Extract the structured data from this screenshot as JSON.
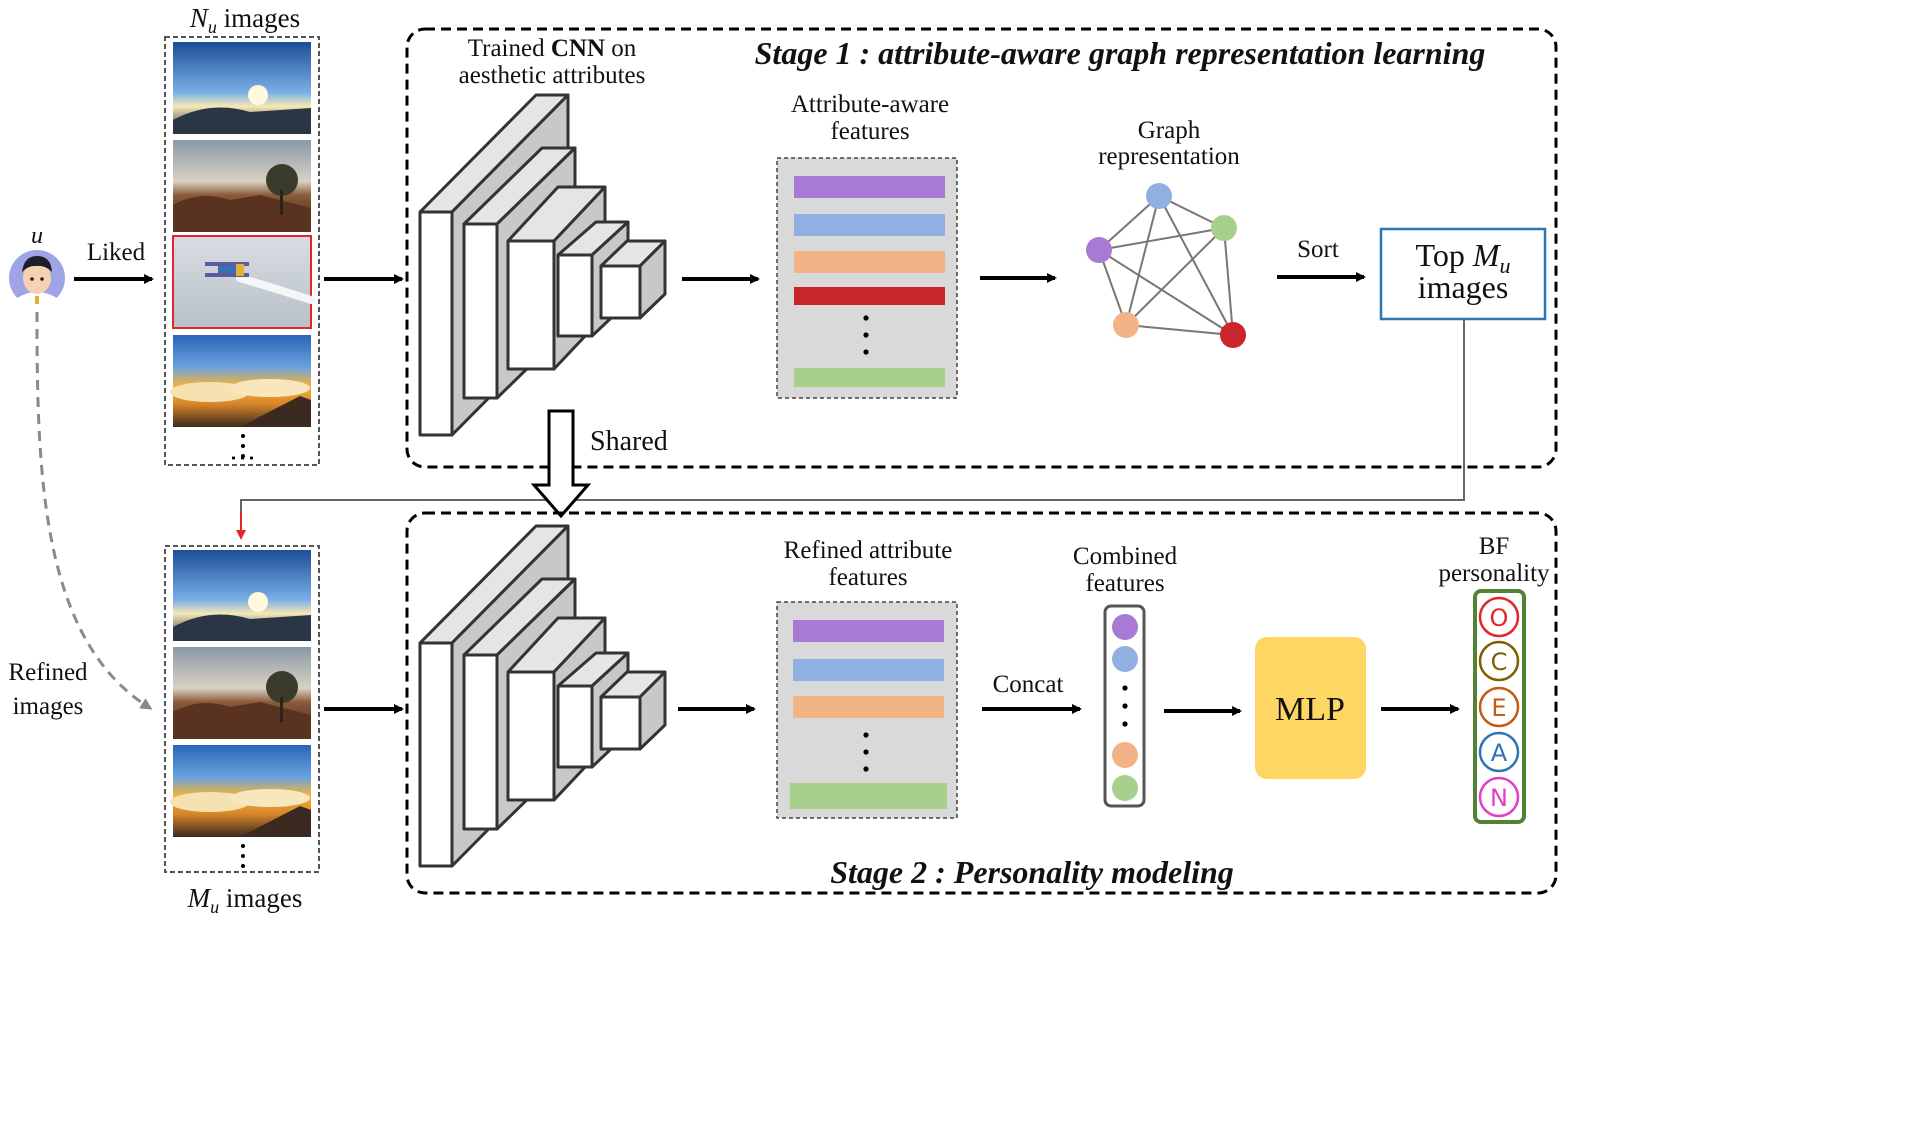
{
  "user": {
    "label": "u"
  },
  "liked_label": "Liked",
  "refined_label_line1": "Refined",
  "refined_label_line2": "images",
  "nu_images": {
    "var": "N",
    "sub": "u",
    "suffix": " images"
  },
  "mu_images": {
    "var": "M",
    "sub": "u",
    "suffix": " images"
  },
  "stage1": {
    "title": "Stage 1 :  attribute-aware graph representation learning",
    "cnn_line1_prefix": "Trained ",
    "cnn_line1_bold": "CNN",
    "cnn_line1_suffix": " on",
    "cnn_line2": "aesthetic attributes",
    "features_line1": "Attribute-aware",
    "features_line2": "features",
    "graph_line1": "Graph",
    "graph_line2": "representation",
    "sort_label": "Sort",
    "top_line1_prefix": "Top ",
    "top_var": "M",
    "top_sub": "u",
    "top_line2": "images"
  },
  "shared_label": "Shared",
  "stage2": {
    "title": "Stage 2 : Personality modeling",
    "refined_line1": "Refined attribute",
    "refined_line2": "features",
    "concat_label": "Concat",
    "combined_line1": "Combined",
    "combined_line2": "features",
    "mlp_label": "MLP",
    "bf_line1": "BF",
    "bf_line2": "personality",
    "traits": [
      "O",
      "C",
      "E",
      "A",
      "N"
    ]
  },
  "colors": {
    "purple": "#a97ad3",
    "blue": "#8fb0e0",
    "orange": "#f2b486",
    "red": "#c8262a",
    "green": "#a8d08d",
    "mlp": "#fdd663",
    "box_blue": "#2e75b6",
    "bf_border": "#548235",
    "trait_O": "#e3262a",
    "trait_C": "#7f6000",
    "trait_E": "#c55a11",
    "trait_A": "#2e75b6",
    "trait_N": "#e040c8"
  }
}
